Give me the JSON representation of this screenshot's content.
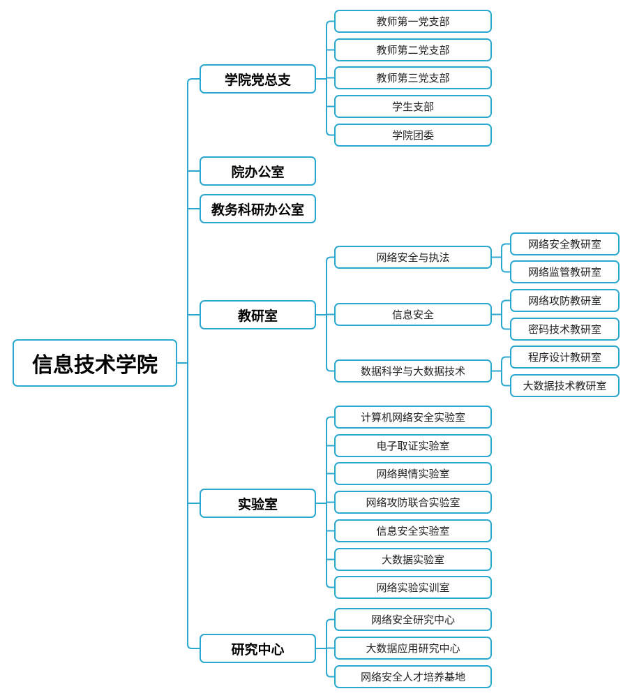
{
  "root": "信息技术学院",
  "departments": [
    {
      "name": "学院党总支",
      "children": [
        {
          "name": "教师第一党支部"
        },
        {
          "name": "教师第二党支部"
        },
        {
          "name": "教师第三党支部"
        },
        {
          "name": "学生支部"
        },
        {
          "name": "学院团委"
        }
      ]
    },
    {
      "name": "院办公室",
      "children": []
    },
    {
      "name": "教务科研办公室",
      "children": []
    },
    {
      "name": "教研室",
      "children": [
        {
          "name": "网络安全与执法",
          "children": [
            {
              "name": "网络安全教研室"
            },
            {
              "name": "网络监管教研室"
            }
          ]
        },
        {
          "name": "信息安全",
          "children": [
            {
              "name": "网络攻防教研室"
            },
            {
              "name": "密码技术教研室"
            }
          ]
        },
        {
          "name": "数据科学与大数据技术",
          "children": [
            {
              "name": "程序设计教研室"
            },
            {
              "name": "大数据技术教研室"
            }
          ]
        }
      ]
    },
    {
      "name": "实验室",
      "children": [
        {
          "name": "计算机网络安全实验室"
        },
        {
          "name": "电子取证实验室"
        },
        {
          "name": "网络舆情实验室"
        },
        {
          "name": "网络攻防联合实验室"
        },
        {
          "name": "信息安全实验室"
        },
        {
          "name": "大数据实验室"
        },
        {
          "name": "网络实验实训室"
        }
      ]
    },
    {
      "name": "研究中心",
      "children": [
        {
          "name": "网络安全研究中心"
        },
        {
          "name": "大数据应用研究中心"
        },
        {
          "name": "网络安全人才培养基地"
        }
      ]
    }
  ],
  "colors": {
    "line": "#2aa8cf",
    "border": "#2aa8cf"
  }
}
